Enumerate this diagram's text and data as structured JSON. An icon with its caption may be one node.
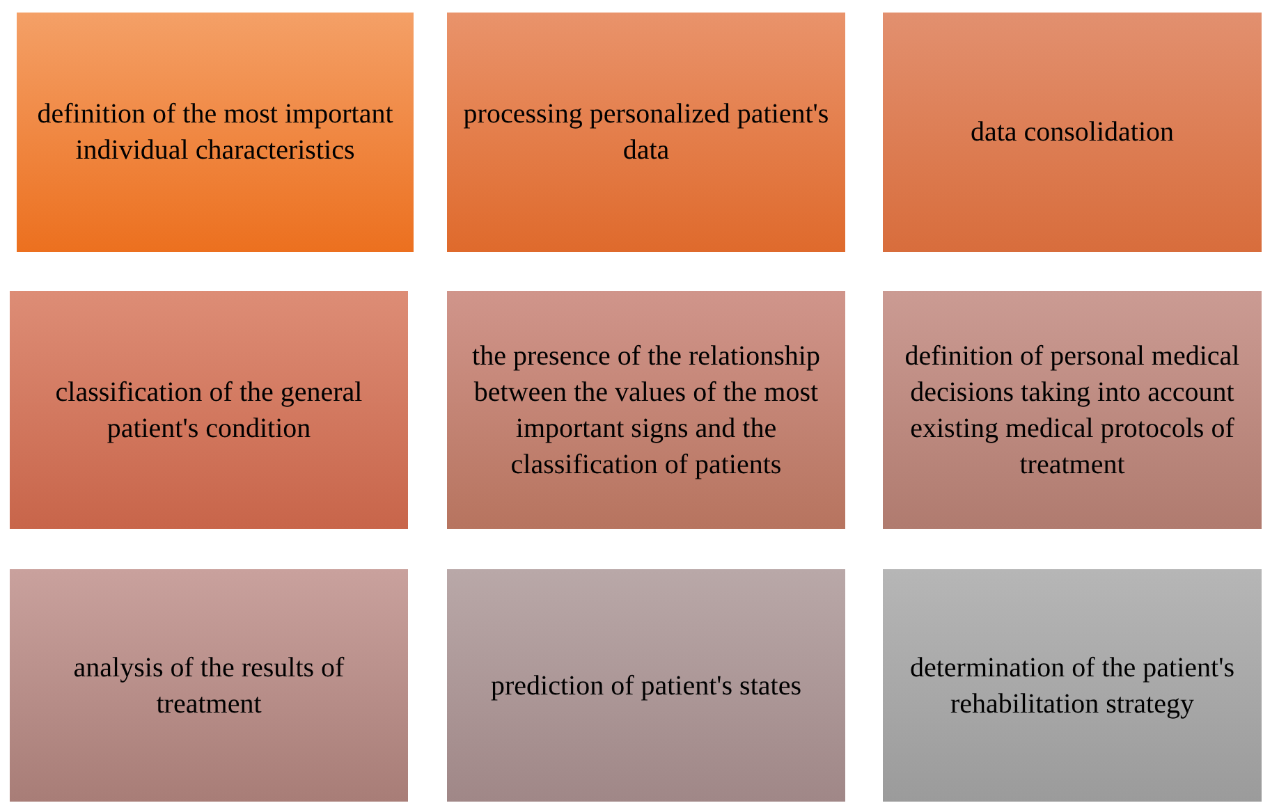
{
  "diagram": {
    "nodes": [
      {
        "text": [
          "definition of the most important individual characteristics"
        ]
      },
      {
        "text": [
          "processing personalized patient's data"
        ]
      },
      {
        "text": [
          "data consolidation"
        ]
      },
      {
        "text": [
          "classification of the general patient's condition"
        ]
      },
      {
        "text": [
          "the presence of the relationship between the values of the most important signs and the classification of patients"
        ]
      },
      {
        "text": [
          "definition of personal medical decisions taking into account existing medical protocols of treatment"
        ]
      },
      {
        "text": [
          "analysis of the results of treatment"
        ]
      },
      {
        "text": [
          "prediction of patient's states"
        ]
      },
      {
        "text": [
          "determination of the patient's rehabilitation strategy"
        ]
      }
    ]
  }
}
